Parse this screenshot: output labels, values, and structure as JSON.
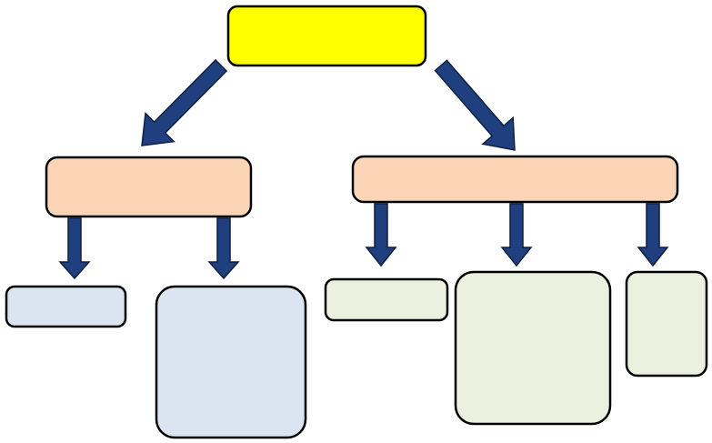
{
  "diagram": {
    "colors": {
      "root_fill": "#ffff00",
      "level1_fill": "#fbd5b5",
      "left_leaf_fill": "#dbe5f1",
      "right_leaf_fill": "#ebf1de",
      "box_stroke": "#000000",
      "arrow_fill": "#1f3f7f",
      "arrow_stroke": "#0f1f40"
    },
    "nodes": [
      {
        "id": "root",
        "label": "",
        "fill": "root_fill"
      },
      {
        "id": "left-branch",
        "label": "",
        "fill": "level1_fill"
      },
      {
        "id": "right-branch",
        "label": "",
        "fill": "level1_fill"
      },
      {
        "id": "left-leaf-1",
        "label": "",
        "fill": "left_leaf_fill"
      },
      {
        "id": "left-leaf-2",
        "label": "",
        "fill": "left_leaf_fill"
      },
      {
        "id": "right-leaf-1",
        "label": "",
        "fill": "right_leaf_fill"
      },
      {
        "id": "right-leaf-2",
        "label": "",
        "fill": "right_leaf_fill"
      },
      {
        "id": "right-leaf-3",
        "label": "",
        "fill": "right_leaf_fill"
      }
    ],
    "edges": [
      {
        "from": "root",
        "to": "left-branch"
      },
      {
        "from": "root",
        "to": "right-branch"
      },
      {
        "from": "left-branch",
        "to": "left-leaf-1"
      },
      {
        "from": "left-branch",
        "to": "left-leaf-2"
      },
      {
        "from": "right-branch",
        "to": "right-leaf-1"
      },
      {
        "from": "right-branch",
        "to": "right-leaf-2"
      },
      {
        "from": "right-branch",
        "to": "right-leaf-3"
      }
    ]
  }
}
